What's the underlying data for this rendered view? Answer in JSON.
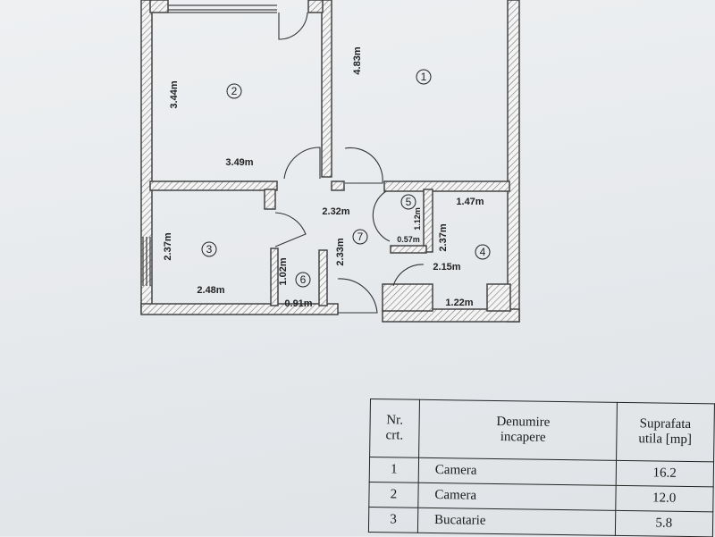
{
  "plan": {
    "room_numbers": [
      "1",
      "2",
      "3",
      "4",
      "5",
      "6",
      "7"
    ],
    "dimensions": [
      "4.83m",
      "3.44m",
      "3.49m",
      "2.32m",
      "1.47m",
      "1.12m",
      "0.57m",
      "2.37m",
      "2.33m",
      "2.37m",
      "2.15m",
      "2.48m",
      "1.02m",
      "0.91m",
      "1.22m"
    ]
  },
  "table": {
    "headers": {
      "nr": [
        "Nr.",
        "crt."
      ],
      "name": [
        "Denumire",
        "incapere"
      ],
      "area": [
        "Suprafata",
        "utila [mp]"
      ]
    },
    "rows": [
      {
        "nr": "1",
        "name": "Camera",
        "area": "16.2"
      },
      {
        "nr": "2",
        "name": "Camera",
        "area": "12.0"
      },
      {
        "nr": "3",
        "name": "Bucatarie",
        "area": "5.8"
      }
    ]
  },
  "colors": {
    "wall_line": "#444444",
    "hatch": "#777777",
    "ink": "#222222"
  }
}
